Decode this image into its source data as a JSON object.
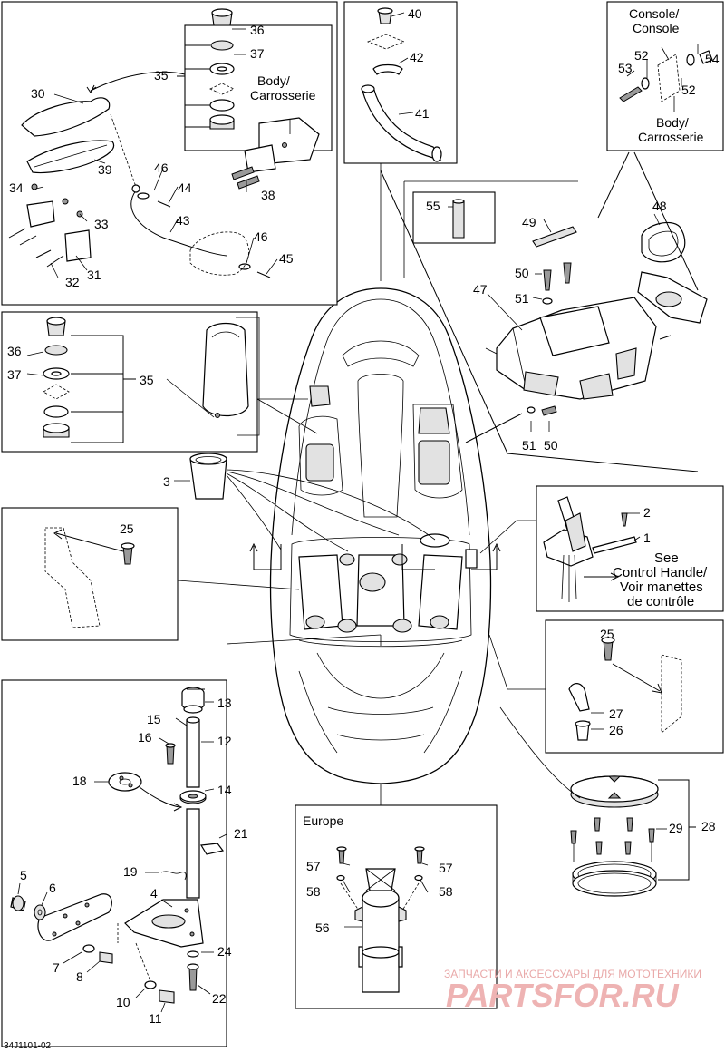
{
  "diagram_code": "34J1101-02",
  "callouts": {
    "p1": "1",
    "p2": "2",
    "p3": "3",
    "p4": "4",
    "p5": "5",
    "p6": "6",
    "p7": "7",
    "p8": "8",
    "p10": "10",
    "p11": "11",
    "p12": "12",
    "p13": "13",
    "p14": "14",
    "p15": "15",
    "p16": "16",
    "p18": "18",
    "p19": "19",
    "p21": "21",
    "p22": "22",
    "p24": "24",
    "p25a": "25",
    "p25b": "25",
    "p26": "26",
    "p27": "27",
    "p28": "28",
    "p29": "29",
    "p30": "30",
    "p31": "31",
    "p32": "32",
    "p33": "33",
    "p34": "34",
    "p35a": "35",
    "p35b": "35",
    "p36a": "36",
    "p36b": "36",
    "p37a": "37",
    "p37b": "37",
    "p38": "38",
    "p39": "39",
    "p40": "40",
    "p41": "41",
    "p42": "42",
    "p43": "43",
    "p44": "44",
    "p45": "45",
    "p46a": "46",
    "p46b": "46",
    "p47": "47",
    "p48": "48",
    "p49": "49",
    "p50a": "50",
    "p50b": "50",
    "p51a": "51",
    "p51b": "51",
    "p52a": "52",
    "p52b": "52",
    "p53": "53",
    "p54": "54",
    "p55": "55",
    "p56": "56",
    "p57a": "57",
    "p57b": "57",
    "p58a": "58",
    "p58b": "58"
  },
  "notes": {
    "body_top_1": "Body/",
    "body_top_2": "Carrosserie",
    "console_1": "Console/",
    "console_2": "Console",
    "body_right_1": "Body/",
    "body_right_2": "Carrosserie",
    "see_1": "See",
    "see_2": "Control Handle/",
    "see_3": "Voir manettes",
    "see_4": "de contrôle",
    "europe": "Europe"
  },
  "watermark": {
    "line1": "ЗАПЧАСТИ И АКСЕССУАРЫ ДЛЯ МОТОТЕХНИКИ",
    "line2": "PARTSFOR.RU",
    "color": "#e8a0a0"
  }
}
